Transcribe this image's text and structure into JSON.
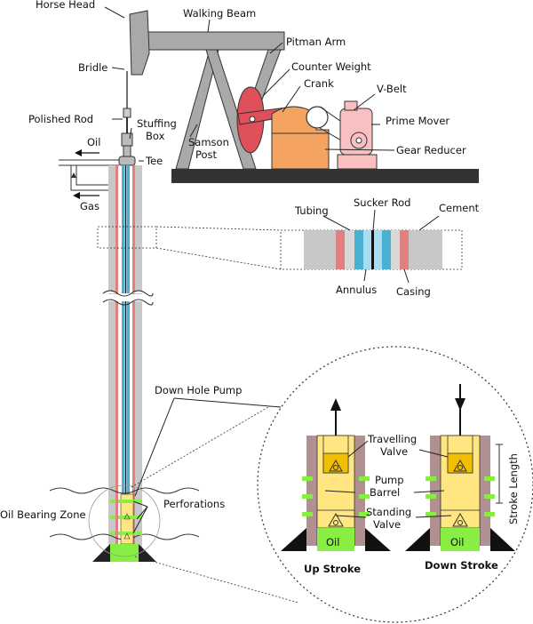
{
  "labels": {
    "horse_head": "Horse Head",
    "walking_beam": "Walking Beam",
    "pitman_arm": "Pitman Arm",
    "counter_weight": "Counter Weight",
    "crank": "Crank",
    "v_belt": "V-Belt",
    "bridle": "Bridle",
    "polished_rod": "Polished Rod",
    "stuffing_box_1": "Stuffing",
    "stuffing_box_2": "Box",
    "samson_post_1": "Samson",
    "samson_post_2": "Post",
    "prime_mover": "Prime Mover",
    "gear_reducer": "Gear Reducer",
    "oil": "Oil",
    "tee": "Tee",
    "gas": "Gas",
    "tubing": "Tubing",
    "sucker_rod": "Sucker Rod",
    "cement": "Cement",
    "annulus": "Annulus",
    "casing": "Casing",
    "down_hole_pump": "Down Hole Pump",
    "oil_bearing_zone": "Oil Bearing Zone",
    "perforations": "Perforations",
    "travelling_valve_1": "Travelling",
    "travelling_valve_2": "Valve",
    "pump_barrel_1": "Pump",
    "pump_barrel_2": "Barrel",
    "standing_valve_1": "Standing",
    "standing_valve_2": "Valve",
    "stroke_length": "Stroke Length",
    "pump_oil_left": "Oil",
    "pump_oil_right": "Oil",
    "up_stroke": "Up Stroke",
    "down_stroke": "Down Stroke"
  },
  "colors": {
    "beam": "#a9a9a9",
    "base": "#333333",
    "counterweight": "#e0505a",
    "gear_reducer": "#f4a460",
    "prime_mover": "#f8c0c0",
    "cement": "#c8c8c8",
    "casing": "#e08080",
    "tubing": "#4ab0d0",
    "annulus": "#a8dcf0",
    "pump_yellow": "#ffe680",
    "pump_oil_green": "#88ee44",
    "formation": "#b09090"
  }
}
